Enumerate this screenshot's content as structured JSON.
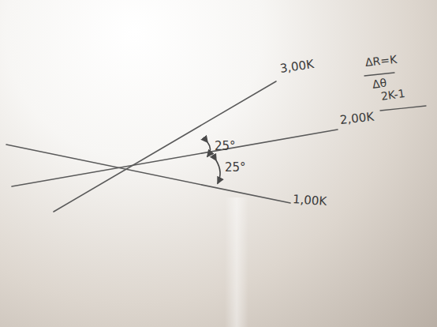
{
  "diagram": {
    "labels": [
      "3,00K",
      "2,00K",
      "1,00K",
      "25°",
      "25°",
      "ΔR=K",
      "Δθ",
      "2K-1"
    ]
  }
}
